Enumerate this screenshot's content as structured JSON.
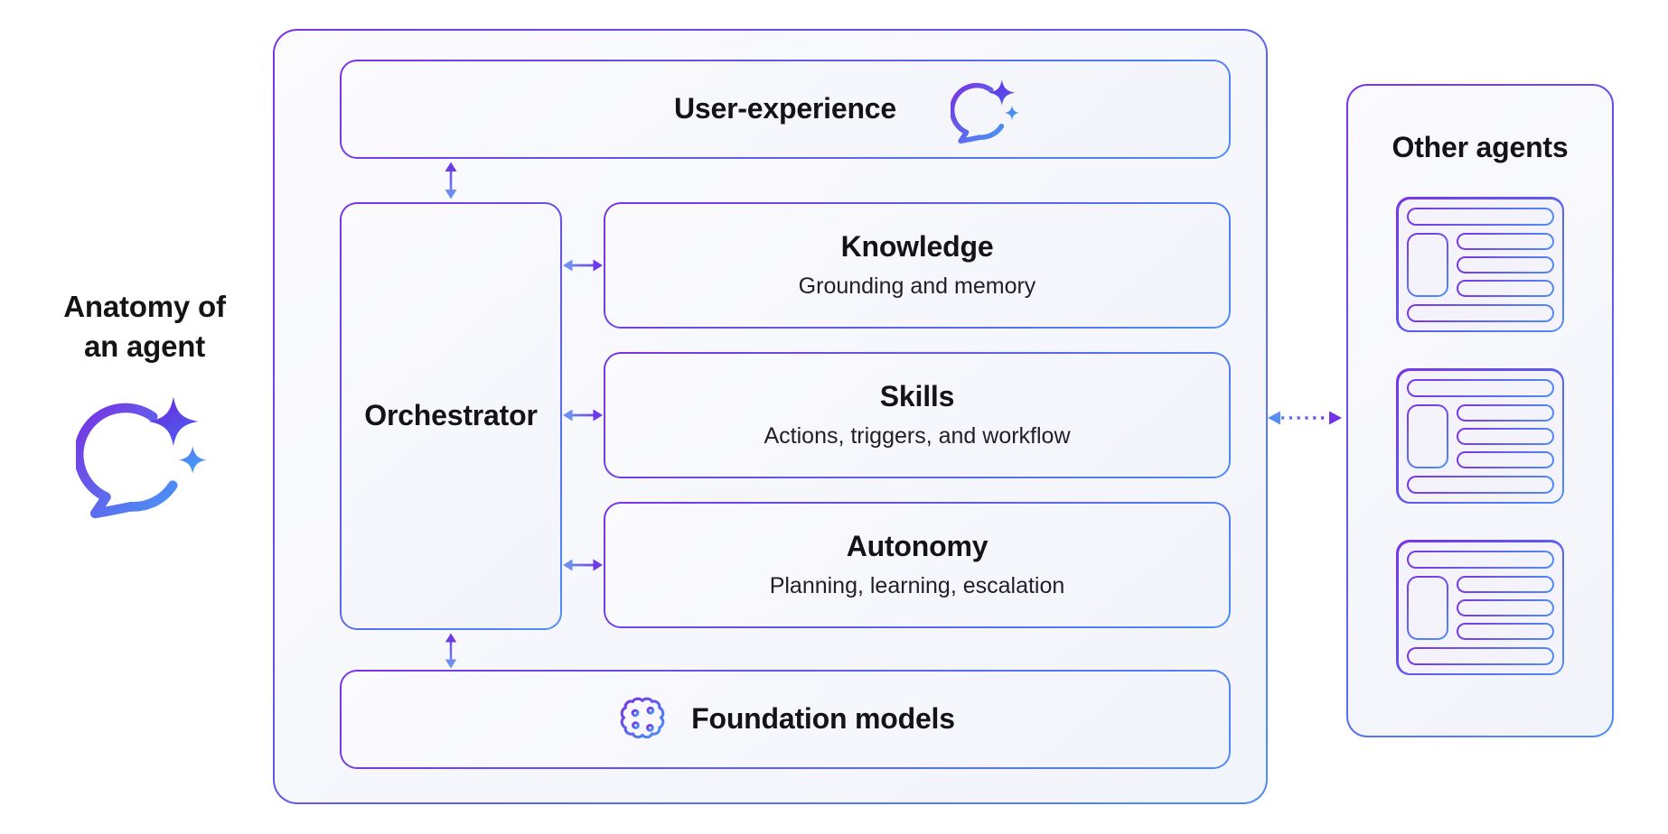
{
  "side": {
    "label_line1": "Anatomy of",
    "label_line2": "an agent"
  },
  "diagram": {
    "user_experience": {
      "title": "User-experience"
    },
    "orchestrator": {
      "title": "Orchestrator"
    },
    "modules": [
      {
        "title": "Knowledge",
        "subtitle": "Grounding and memory"
      },
      {
        "title": "Skills",
        "subtitle": "Actions, triggers, and workflow"
      },
      {
        "title": "Autonomy",
        "subtitle": "Planning, learning, escalation"
      }
    ],
    "foundation": {
      "title": "Foundation models"
    }
  },
  "other_agents": {
    "title": "Other agents",
    "card_count": 3
  },
  "connections": [
    "user-experience <-> orchestrator",
    "orchestrator <-> knowledge",
    "orchestrator <-> skills",
    "orchestrator <-> autonomy",
    "orchestrator <-> foundation-models",
    "agent <-> other-agents (dotted)"
  ],
  "icons": {
    "copilot_chat": "speech-bubble-with-sparkles",
    "foundation": "brain-circuit",
    "other_agent_card": "agent-window-wireframe"
  },
  "colors": {
    "purple": "#7B33E5",
    "blue": "#4E8EF5",
    "arrow_indigo": "#5F5FE8",
    "title_ink": "#141416",
    "subtitle_ink": "#202028",
    "surface_tint": "#F5F6FC"
  }
}
